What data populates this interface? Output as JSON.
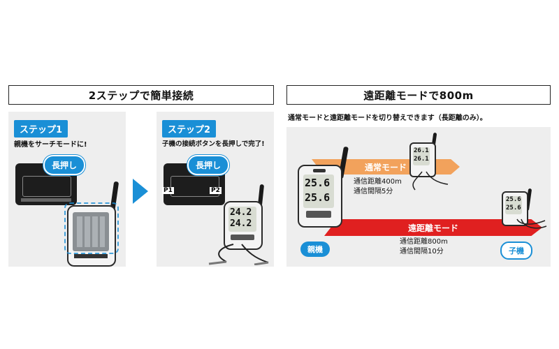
{
  "left": {
    "title": "2ステップで簡単接続",
    "step1": {
      "badge": "ステップ1",
      "caption": "親機をサーチモードに!",
      "bubble": "長押し"
    },
    "step2": {
      "badge": "ステップ2",
      "caption": "子機の接続ボタンを長押しで完了!",
      "bubble": "長押し",
      "p1_label": "P1",
      "p2_label": "P2",
      "display_top": "24.2",
      "display_bottom": "24.2"
    }
  },
  "right": {
    "title": "遠距離モードで800m",
    "caption": "通常モードと遠距離モードを切り替えできます（長距離のみ）。",
    "normal_mode": {
      "label": "通常モード",
      "distance": "通信距離400m",
      "interval": "通信間隔5分"
    },
    "long_mode": {
      "label": "遠距離モード",
      "distance": "通信距離800m",
      "interval": "通信間隔10分"
    },
    "parent_label": "親機",
    "child_label": "子機",
    "parent_top": "25.6",
    "parent_bottom": "25.6",
    "child1_top": "26.1",
    "child1_bottom": "26.1",
    "child2_top": "25.6",
    "child2_bottom": "25.6"
  },
  "colors": {
    "accent_blue": "#1a8fd6",
    "normal_orange": "#f2a25c",
    "long_red": "#e02020",
    "panel_gray": "#eeeeee"
  }
}
